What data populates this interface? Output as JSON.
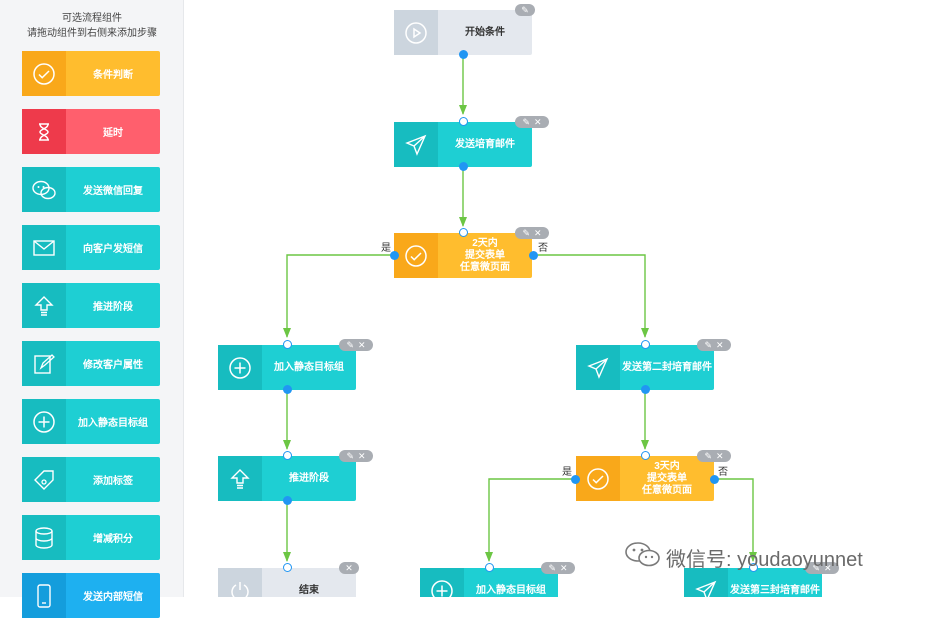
{
  "sidebar": {
    "hint_line1": "可选流程组件",
    "hint_line2": "请拖动组件到右侧来添加步骤",
    "items": [
      {
        "label": "条件判断",
        "icon": "check-circle-icon",
        "color": "amber"
      },
      {
        "label": "延时",
        "icon": "hourglass-icon",
        "color": "red"
      },
      {
        "label": "发送微信回复",
        "icon": "wechat-icon",
        "color": "teal"
      },
      {
        "label": "向客户发短信",
        "icon": "mail-icon",
        "color": "teal"
      },
      {
        "label": "推进阶段",
        "icon": "up-arrow-icon",
        "color": "teal"
      },
      {
        "label": "修改客户属性",
        "icon": "edit-icon",
        "color": "teal"
      },
      {
        "label": "加入静态目标组",
        "icon": "plus-circle-icon",
        "color": "teal"
      },
      {
        "label": "添加标签",
        "icon": "tag-icon",
        "color": "teal"
      },
      {
        "label": "增减积分",
        "icon": "database-icon",
        "color": "teal"
      },
      {
        "label": "发送内部短信",
        "icon": "phone-icon",
        "color": "blue"
      }
    ]
  },
  "flow": {
    "nodes": {
      "start": {
        "label": "开始条件",
        "icon": "play-icon",
        "color": "gray"
      },
      "email1": {
        "label": "发送培育邮件",
        "icon": "send-icon",
        "color": "teal"
      },
      "cond1": {
        "label": "2天内\n提交表单\n任意微页面",
        "icon": "check-circle-icon",
        "color": "amber"
      },
      "group_left": {
        "label": "加入静态目标组",
        "icon": "plus-circle-icon",
        "color": "teal"
      },
      "email2": {
        "label": "发送第二封培育邮件",
        "icon": "send-icon",
        "color": "teal"
      },
      "stage": {
        "label": "推进阶段",
        "icon": "up-arrow-icon",
        "color": "teal"
      },
      "cond2": {
        "label": "3天内\n提交表单\n任意微页面",
        "icon": "check-circle-icon",
        "color": "amber"
      },
      "end": {
        "label": "结束",
        "icon": "power-icon",
        "color": "gray"
      },
      "group_mid": {
        "label": "加入静态目标组",
        "icon": "plus-circle-icon",
        "color": "teal"
      },
      "email3": {
        "label": "发送第三封培育邮件",
        "icon": "send-icon",
        "color": "teal"
      }
    },
    "yes_label": "是",
    "no_label": "否",
    "edit_glyph": "✎",
    "delete_glyph": "✕"
  },
  "watermark": {
    "text": "微信号: youdaoyunnet",
    "icon": "wechat-icon"
  },
  "colors": {
    "teal": "#1ecfd3",
    "amber": "#ffbd2e",
    "red": "#ff5f6d",
    "gray": "#e4e8ee",
    "blue": "#1eb0f0",
    "wire": "#6cc644",
    "port": "#2196f3"
  }
}
